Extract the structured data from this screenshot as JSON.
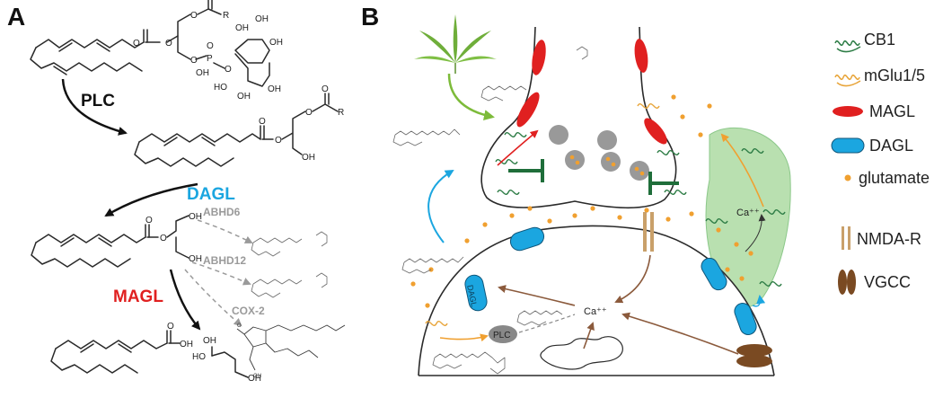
{
  "panel_a": {
    "letter": "A",
    "enzymes": {
      "plc": "PLC",
      "dagl": "DAGL",
      "magl": "MAGL"
    },
    "side_enzymes": {
      "abhd6": "ABHD6",
      "abhd12": "ABHD12",
      "cox2": "COX-2"
    },
    "atoms": {
      "o": "O",
      "oh": "OH",
      "r": "R",
      "p": "P",
      "ho": "HO"
    }
  },
  "panel_b": {
    "letter": "B",
    "ca_labels": {
      "ca1": "Ca⁺⁺",
      "ca2": "Ca⁺⁺"
    },
    "inner_labels": {
      "dagl": "DAGL",
      "plc": "PLC"
    }
  },
  "legend": [
    {
      "label": "CB1",
      "icon": "cb1-receptor-icon",
      "color": "#2e7d46"
    },
    {
      "label": "mGlu1/5",
      "icon": "mglu-receptor-icon",
      "color": "#e8a53a"
    },
    {
      "label": "MAGL",
      "icon": "magl-ellipse-icon",
      "color": "#e02020"
    },
    {
      "label": "DAGL",
      "icon": "dagl-capsule-icon",
      "color": "#1ba6e0"
    },
    {
      "label": "glutamate",
      "icon": "glutamate-dot-icon",
      "color": "#f0a030"
    },
    {
      "label": "NMDA-R",
      "icon": "nmda-receptor-icon",
      "color": "#c9a06a"
    },
    {
      "label": "VGCC",
      "icon": "vgcc-channel-icon",
      "color": "#7a4a22"
    }
  ],
  "colors": {
    "enzyme_black": "#111111",
    "dagl_blue": "#1ba6e0",
    "magl_red": "#e02020",
    "side_gray": "#9a9a9a",
    "astrocyte": "#b9e0b0",
    "cannabis": "#6fae3a",
    "inhibit": "#1f6e3a",
    "brown_arrow": "#8b5a3c"
  }
}
